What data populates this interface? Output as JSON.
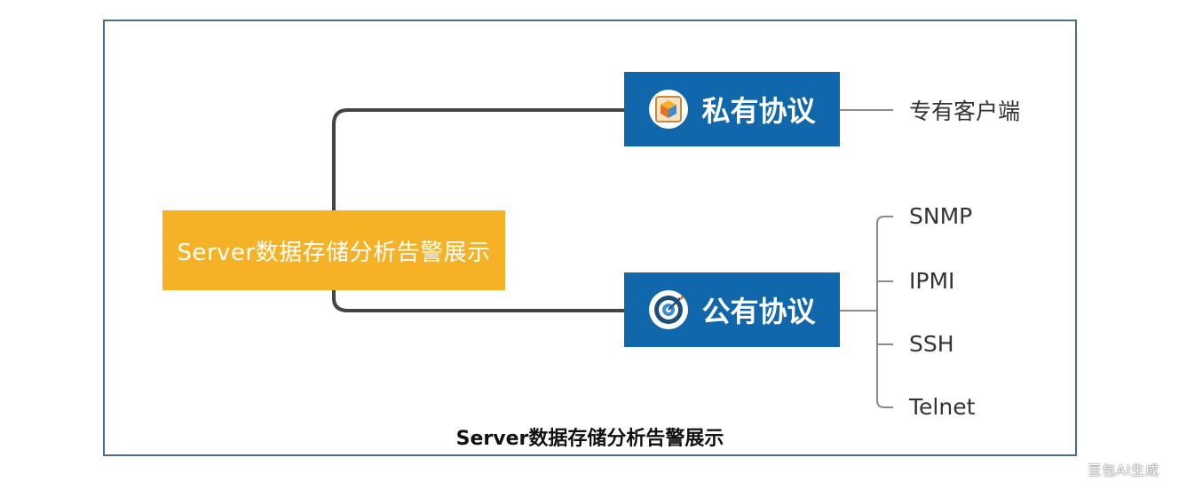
{
  "diagram": {
    "root": "Server数据存储分析告警展示",
    "branches": [
      {
        "label": "私有协议",
        "icon": "cube-box-icon",
        "children": [
          "专有客户端"
        ]
      },
      {
        "label": "公有协议",
        "icon": "target-icon",
        "children": [
          "SNMP",
          "IPMI",
          "SSH",
          "Telnet"
        ]
      }
    ],
    "caption": "Server数据存储分析告警展示"
  },
  "watermark": "豆包AI生成",
  "colors": {
    "root_fill": "#f6b226",
    "branch_fill": "#1167ab",
    "connector": "#444444",
    "leaf_connector": "#8a8a8a",
    "frame_border": "#4a6d8c"
  }
}
